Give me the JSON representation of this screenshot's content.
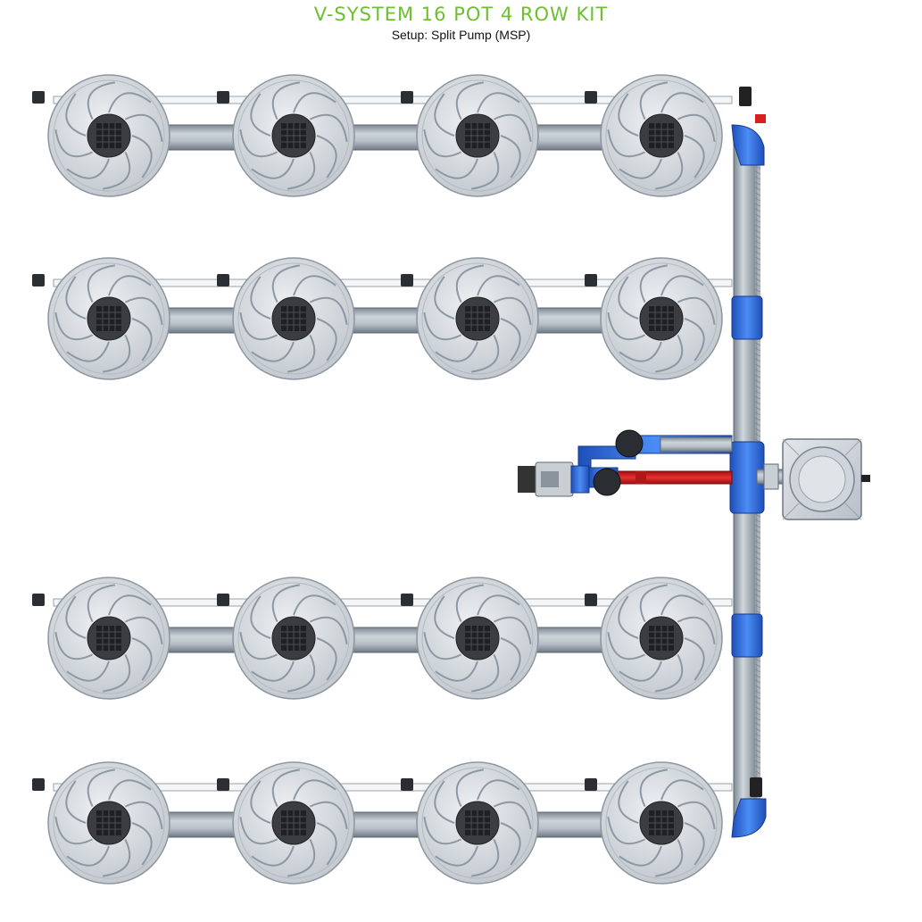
{
  "header": {
    "title": "V-SYSTEM 16 POT 4 ROW KIT",
    "subtitle": "Setup: Split Pump (MSP)"
  },
  "layout_meta": {
    "rows": 4,
    "pots_per_row": 4,
    "total_pots": 16
  },
  "colors": {
    "title_green": "#6cc02e",
    "pot_grey": "#d4d8dd",
    "fitting_blue": "#2f6fe0",
    "return_red": "#d51f1f",
    "pipe_grey": "#a9b3bd"
  },
  "icons": {
    "pot": "pot-icon",
    "pump": "pump-icon",
    "controller": "controller-tank-icon",
    "valve": "valve-icon"
  }
}
